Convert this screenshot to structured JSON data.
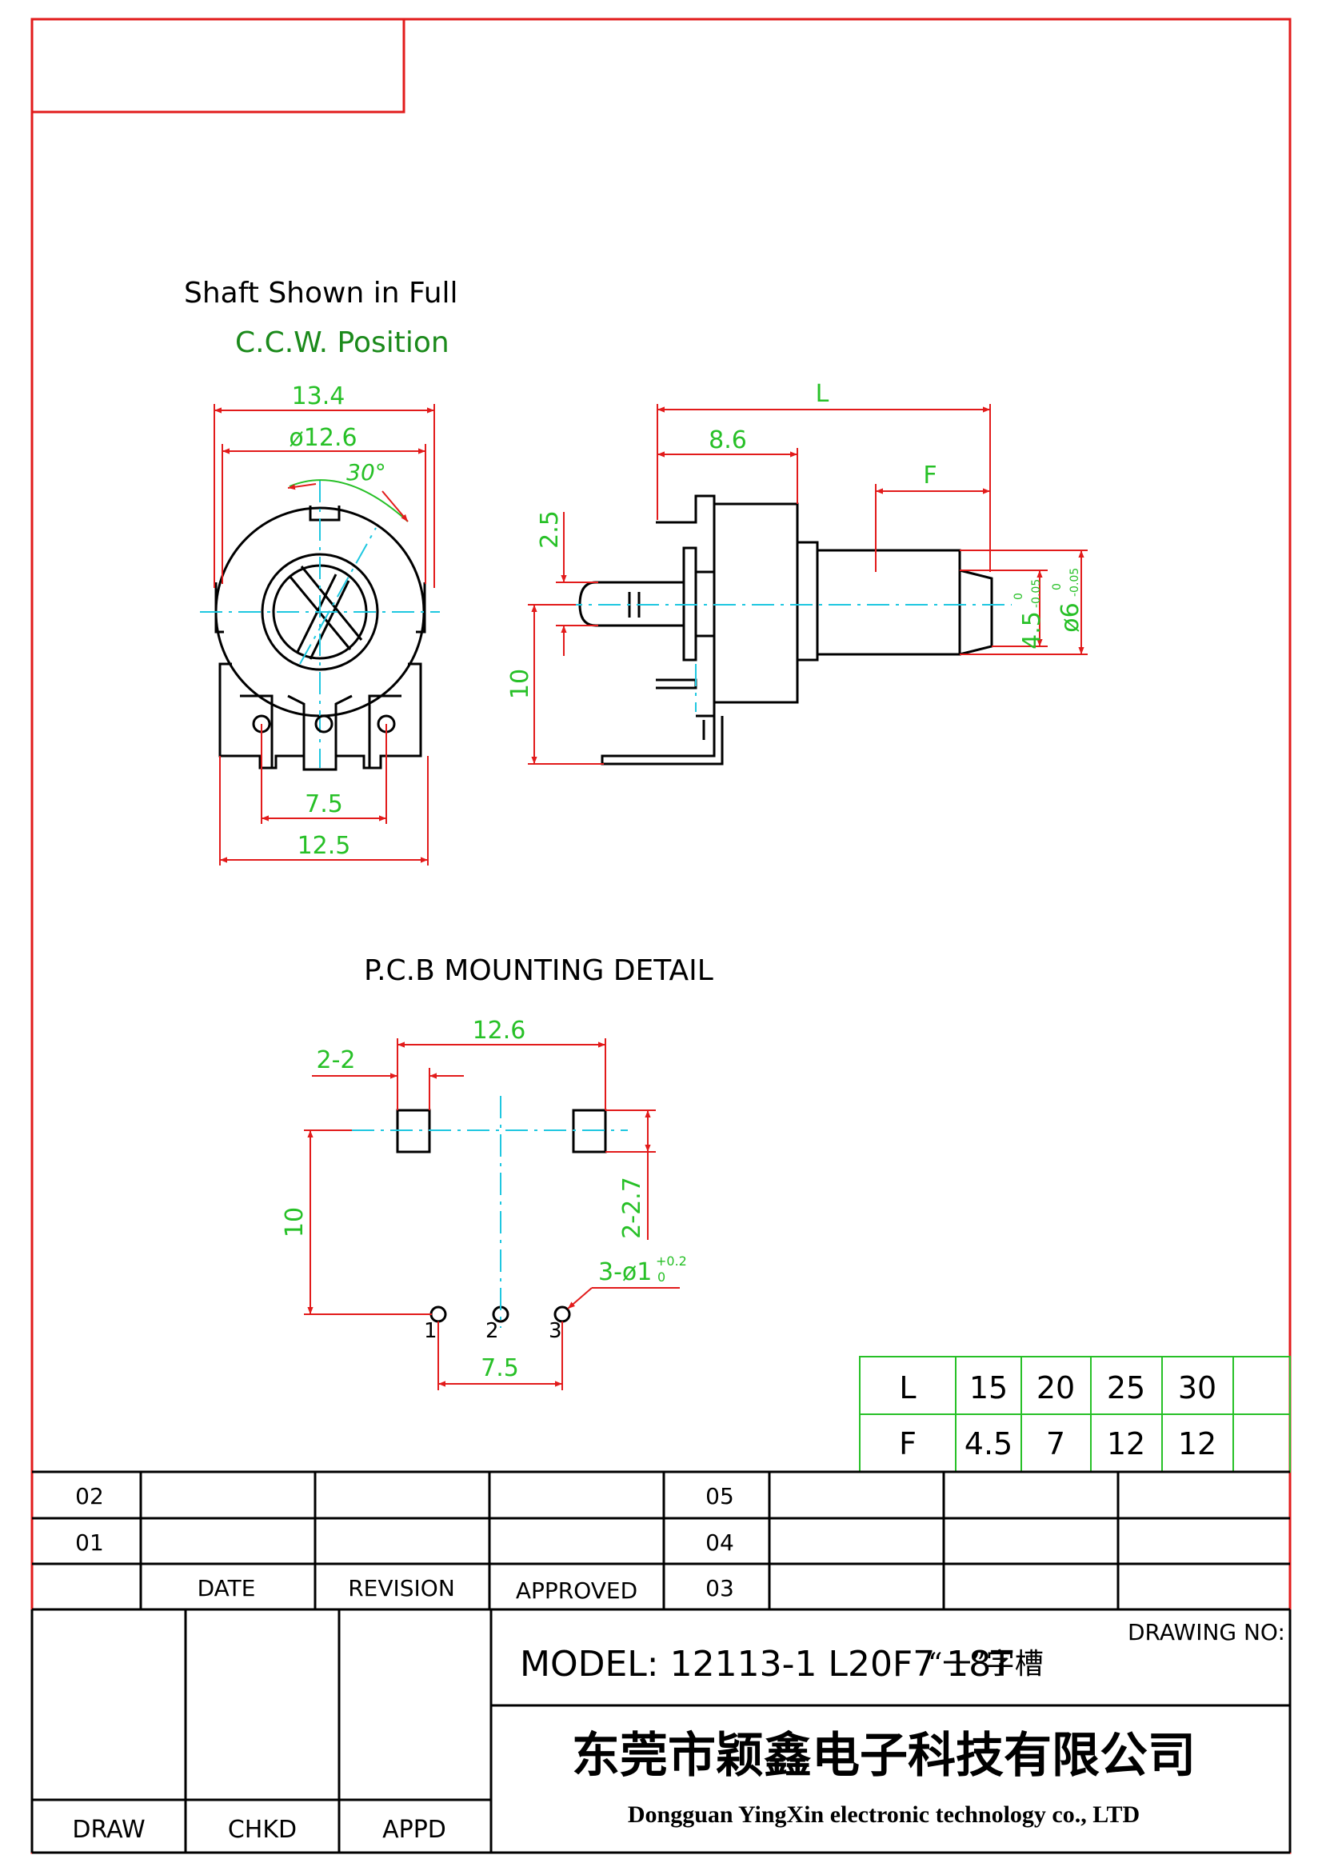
{
  "colors": {
    "border": "#e21b1b",
    "dimension": "#e21b1b",
    "dimension_text": "#27c027",
    "centerline": "#1fc7e0",
    "outline": "#000000",
    "table_grid": "#27c027"
  },
  "views": {
    "front_title_line1": "Shaft Shown in Full",
    "front_title_line2": "C.C.W. Position",
    "front_dims": {
      "width_134": "13.4",
      "dia_126": "ø12.6",
      "angle_30": "30°",
      "pin_pitch_75": "7.5",
      "base_125": "12.5"
    },
    "side_dims": {
      "L": "L",
      "d86": "8.6",
      "F": "F",
      "d25": "2.5",
      "d10": "10",
      "d45": "4.5",
      "d45_tol_upper": "0",
      "d45_tol_lower": "-0.05",
      "d6": "ø6",
      "d6_tol_upper": "0",
      "d6_tol_lower": "-0.05"
    },
    "pcb_title": "P.C.B MOUNTING DETAIL",
    "pcb_dims": {
      "d126": "12.6",
      "d22": "2-2",
      "d10": "10",
      "d227": "2-2.7",
      "holes": "3-ø1",
      "holes_tol_upper": "+0.2",
      "holes_tol_lower": "0",
      "pin1": "1",
      "pin2": "2",
      "pin3": "3",
      "d75": "7.5"
    }
  },
  "lf_table": {
    "rows": [
      {
        "label": "L",
        "values": [
          "15",
          "20",
          "25",
          "30"
        ]
      },
      {
        "label": "F",
        "values": [
          "4.5",
          "7",
          "12",
          "12"
        ]
      }
    ]
  },
  "revision_table": {
    "left_rows": [
      "02",
      "01"
    ],
    "header": [
      "DATE",
      "REVISION",
      "APPROVED"
    ],
    "right_rows": [
      "05",
      "04",
      "03"
    ]
  },
  "title_block": {
    "model": "MODEL: 12113-1 L20F7 18T",
    "slot_note": "“一”字槽",
    "drawing_no_label": "DRAWING NO:",
    "company_cn": "东莞市颖鑫电子科技有限公司",
    "company_en": "Dongguan YingXin electronic technology co., LTD",
    "sign_labels": [
      "DRAW",
      "CHKD",
      "APPD"
    ]
  }
}
